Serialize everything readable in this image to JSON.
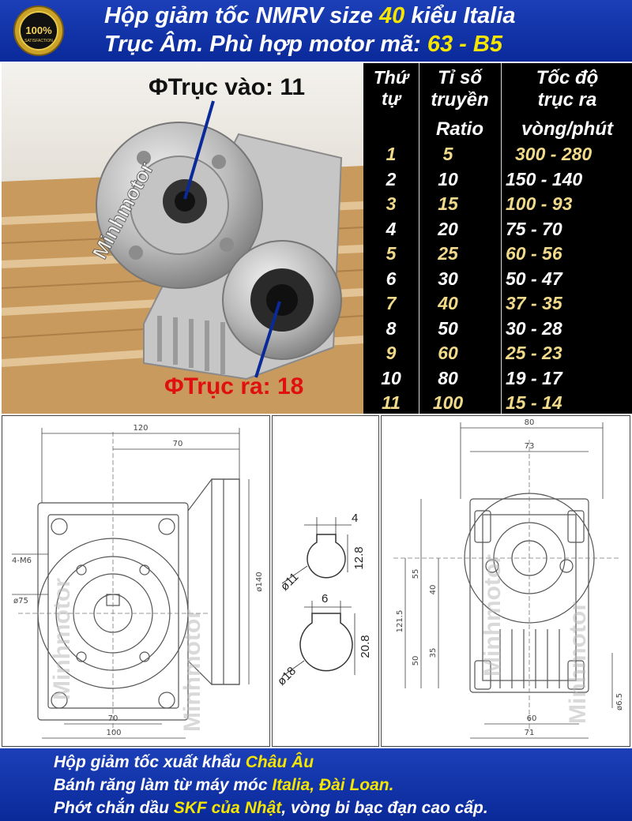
{
  "header": {
    "line1_prefix": "Hộp giảm tốc NMRV size ",
    "line1_size": "40",
    "line1_suffix": " kiểu Italia",
    "line2_prefix": "Trục Âm. Phù hợp motor mã: ",
    "line2_code": "63 - B5"
  },
  "badge": {
    "text": "100%",
    "subtext": "SATISFACTION"
  },
  "photo": {
    "input_label": "ΦTrục vào: 11",
    "output_label": "ΦTrục ra: 18",
    "watermark": "Minhmotor"
  },
  "table": {
    "headers": {
      "col1": "Thứ tự",
      "col2_a": "Tỉ số",
      "col2_b": "truyền",
      "col2_c": "Ratio",
      "col3_a": "Tốc độ",
      "col3_b": "trục ra",
      "col3_c": "vòng/phút"
    },
    "rows": [
      {
        "index": "1",
        "ratio": "5",
        "speed": "300 - 280"
      },
      {
        "index": "2",
        "ratio": "10",
        "speed": "150 - 140"
      },
      {
        "index": "3",
        "ratio": "15",
        "speed": "100 - 93"
      },
      {
        "index": "4",
        "ratio": "20",
        "speed": "75 - 70"
      },
      {
        "index": "5",
        "ratio": "25",
        "speed": "60 - 56"
      },
      {
        "index": "6",
        "ratio": "30",
        "speed": "50 - 47"
      },
      {
        "index": "7",
        "ratio": "40",
        "speed": "37 - 35"
      },
      {
        "index": "8",
        "ratio": "50",
        "speed": "30 - 28"
      },
      {
        "index": "9",
        "ratio": "60",
        "speed": "25 - 23"
      },
      {
        "index": "10",
        "ratio": "80",
        "speed": "19 - 17"
      },
      {
        "index": "11",
        "ratio": "100",
        "speed": "15 - 14"
      }
    ]
  },
  "drawings": {
    "front": {
      "d120": "120",
      "d70_top": "70",
      "d140": "ø140",
      "d4m6": "4-M6",
      "d75": "ø75",
      "d70_bottom": "70",
      "d100": "100",
      "watermark": "Minhmotor"
    },
    "shaft": {
      "k4": "4",
      "h12_8": "12.8",
      "d11": "ø11",
      "k6": "6",
      "h20_8": "20.8",
      "d18": "ø18"
    },
    "side": {
      "d80": "80",
      "d73": "73",
      "d55": "55",
      "d40": "40",
      "d121_5": "121.5",
      "d35": "35",
      "d50": "50",
      "d6_5": "ø6.5",
      "d60": "60",
      "d71": "71",
      "watermark": "Minhmotor"
    }
  },
  "footer": {
    "line1_prefix": "Hộp giảm tốc xuất khẩu ",
    "line1_hl": "Châu Âu",
    "line2_prefix": "Bánh răng làm từ máy móc ",
    "line2_hl": "Italia, Đài Loan.",
    "line3_prefix": "Phớt chắn dầu ",
    "line3_hl": "SKF của Nhật",
    "line3_suffix": ", vòng bi bạc đạn cao cấp."
  },
  "colors": {
    "header_bg": "#1c3fb8",
    "highlight": "#f5e500",
    "table_bg": "#000000",
    "odd_row": "#f1d98a"
  }
}
